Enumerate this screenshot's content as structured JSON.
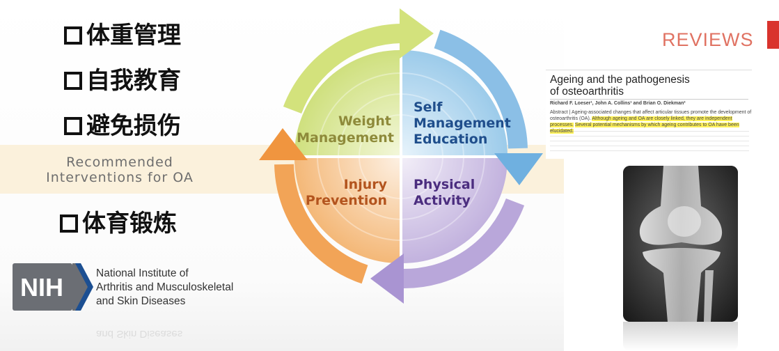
{
  "chinese_items": [
    "体重管理",
    "自我教育",
    "避免损伤",
    "体育锻炼"
  ],
  "band": {
    "line1": "Recommended",
    "line2": "Interventions for OA"
  },
  "cycle": {
    "segments": [
      {
        "line1": "Weight",
        "line2": "Management",
        "text_color": "#8e8a3a",
        "color": "#c9dc74"
      },
      {
        "line1": "Self",
        "line2": "Management",
        "line3": "Education",
        "text_color": "#1f4e8c",
        "color": "#8cc4e8"
      },
      {
        "line1": "Injury",
        "line2": "Prevention",
        "text_color": "#b3541e",
        "color": "#f2a65a"
      },
      {
        "line1": "Physical",
        "line2": "Activity",
        "text_color": "#4b2d7f",
        "color": "#b7a3d6"
      }
    ]
  },
  "nih": {
    "logo_text": "NIH",
    "line1": "National Institute of",
    "line2": "Arthritis and Musculoskeletal",
    "line3": "and Skin Diseases"
  },
  "reviews": {
    "label": "REVIEWS",
    "accent_color": "#d9332d"
  },
  "paper": {
    "title_line1": "Ageing and the pathogenesis",
    "title_line2": "of osteoarthritis",
    "authors": "Richard F. Loeser¹, John A. Collins¹ and Brian O. Diekman²",
    "abstract_plain": "Abstract | Ageing-associated changes that affect articular tissues promote the development of osteoarthritis (OA).",
    "abstract_highlight1": "Although ageing and OA are closely linked, they are independent processes.",
    "abstract_highlight2": "Several potential mechanisms by which ageing contributes to OA have been elucidated."
  },
  "image": {
    "icon": "knee-xray-image"
  }
}
